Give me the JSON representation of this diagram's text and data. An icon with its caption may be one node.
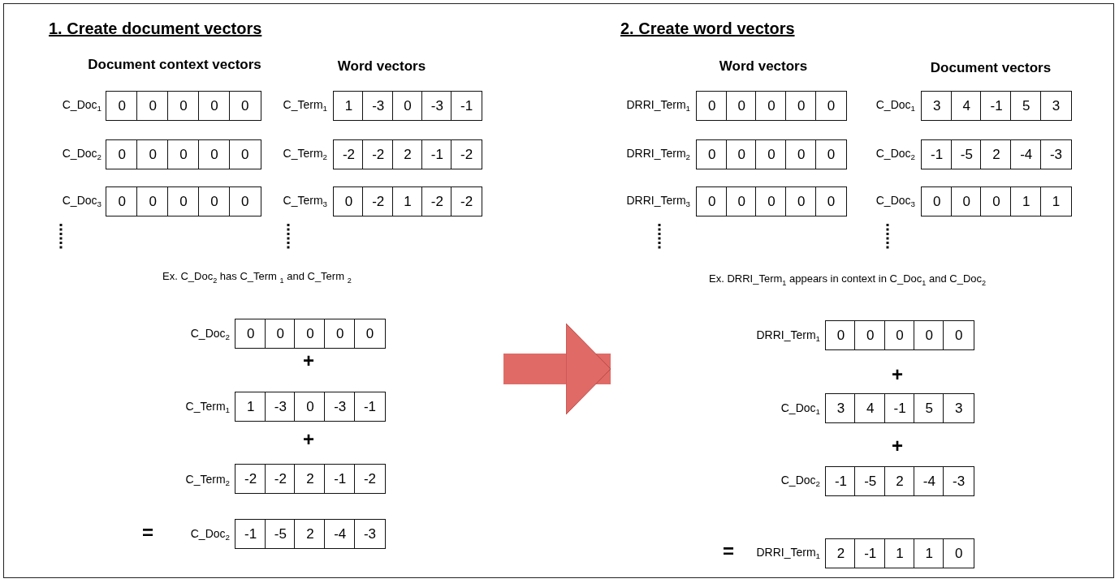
{
  "diagram": {
    "nodes": [
      {
        "text": [
          "1. Create document vectors"
        ]
      },
      {
        "text": [
          "2. Create word vectors"
        ]
      }
    ],
    "edges": [
      {
        "from": 0,
        "to": 1,
        "arrow": "to",
        "color": "#e06a66"
      }
    ],
    "labels": [
      "Document context vectors",
      "Word vectors",
      "C_Doc$_{1}$",
      "0",
      "0",
      "0",
      "0",
      "0",
      "C_Term$_{1}$",
      "1",
      "-3",
      "0",
      "-3",
      "-1",
      "C_Doc$_{2}$",
      "0",
      "0",
      "0",
      "0",
      "0",
      "C_Term$_{2}$",
      "-2",
      "-2",
      "2",
      "-1",
      "-2",
      "C_Doc$_{3}$",
      "0",
      "0",
      "0",
      "0",
      "0",
      "C_Term$_{3}$",
      "0",
      "-2",
      "1",
      "-2",
      "-2",
      "Ex.  C_Doc$_{2}$ has  C_Term $_{1}$ and C_Term $_{2}$",
      "C_Doc$_{2}$",
      "0",
      "0",
      "0",
      "0",
      "0",
      "+",
      "C_Term$_{1}$",
      "1",
      "-3",
      "0",
      "-3",
      "-1",
      "+",
      "C_Term$_{2}$",
      "-2",
      "-2",
      "2",
      "-1",
      "-2",
      "=",
      "C_Doc$_{2}$",
      "-1",
      "-5",
      "2",
      "-4",
      "-3",
      "Word vectors",
      "Document vectors",
      "DRRI_Term$_{1}$",
      "0",
      "0",
      "0",
      "0",
      "0",
      "C_Doc$_{1}$",
      "3",
      "4",
      "-1",
      "5",
      "3",
      "DRRI_Term$_{2}$",
      "0",
      "0",
      "0",
      "0",
      "0",
      "C_Doc$_{2}$",
      "-1",
      "-5",
      "2",
      "-4",
      "-3",
      "DRRI_Term$_{3}$",
      "0",
      "0",
      "0",
      "0",
      "0",
      "C_Doc$_{3}$",
      "0",
      "0",
      "0",
      "1",
      "1",
      "Ex.  DRRI_Term$_{1}$ appears in context in C_Doc$_{1}$ and C_Doc$_{2}$",
      "DRRI_Term$_{1}$",
      "0",
      "0",
      "0",
      "0",
      "0",
      "+",
      "C_Doc$_{1}$",
      "3",
      "4",
      "-1",
      "5",
      "3",
      "+",
      "C_Doc$_{2}$",
      "-1",
      "-5",
      "2",
      "-4",
      "-3",
      "=",
      "DRRI_Term$_{1}$",
      "2",
      "-1",
      "1",
      "1",
      "0"
    ]
  }
}
